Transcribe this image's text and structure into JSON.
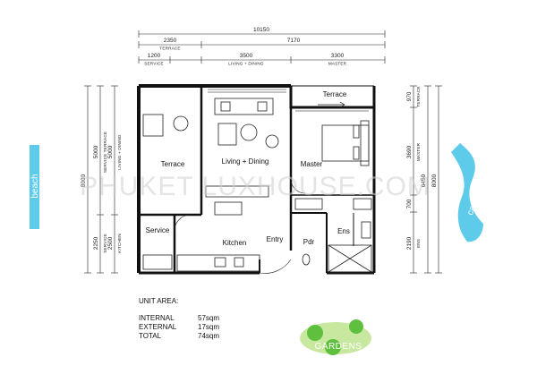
{
  "dimensions": {
    "overall": "10150",
    "terrace_width": "2350",
    "terrace_label": "TERRACE",
    "right_span": "7170",
    "service_width": "1200",
    "service_label": "SERVICE",
    "living_width": "3500",
    "living_label": "LIVING + DINING",
    "master_width": "3300",
    "master_label": "MASTER",
    "left_total": "8000",
    "left_mid": "5000",
    "left_mid_label": "SERVICE TERRACE",
    "left_inner": "5000",
    "left_inner_label": "LIVING + DINING",
    "left_low": "2250",
    "left_low_label": "SERVICE",
    "left_kitchen": "2500",
    "left_kitchen_label": "KITCHEN",
    "right_top": "970",
    "right_top_label": "TERRACE",
    "right_master": "3690",
    "right_master_label": "MASTER",
    "right_mid": "6450",
    "right_700": "700",
    "right_ens": "2190",
    "right_ens_label": "ENS",
    "right_total": "8000"
  },
  "rooms": {
    "terrace_left": "Terrace",
    "living": "Living + Dining",
    "terrace_top": "Terrace",
    "master": "Master",
    "service": "Service",
    "kitchen": "Kitchen",
    "entry": "Entry",
    "pdr": "Pdr",
    "ens": "Ens"
  },
  "surroundings": {
    "beach": "beach",
    "canal": "canal",
    "gardens": "GARDENS"
  },
  "watermark": "PHUKET LUXHOUSE.COM",
  "unit_area": {
    "title": "UNIT AREA:",
    "rows": [
      {
        "label": "INTERNAL",
        "value": "57sqm"
      },
      {
        "label": "EXTERNAL",
        "value": "17sqm"
      },
      {
        "label": "TOTAL",
        "value": "74sqm"
      }
    ]
  },
  "colors": {
    "water": "#5ecbea",
    "garden_light": "#c8e8a0",
    "garden_dark": "#5fbf3e",
    "wall": "#111111"
  }
}
